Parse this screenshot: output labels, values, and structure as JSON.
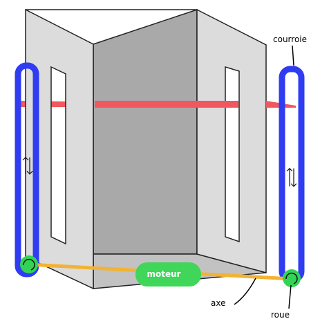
{
  "labels": {
    "belt": "courroie",
    "motor": "moteur",
    "axle": "axe",
    "wheel": "roue"
  },
  "colors": {
    "belt": "#2f3cf2",
    "laser": "#f0575e",
    "axle": "#f2b233",
    "wheel": "#33d455",
    "motor": "#3fd65a",
    "panel": "#dcdcdc",
    "back_wall": "#a9a9a9",
    "floor": "#c2c2c2"
  },
  "icons": {
    "direction_arrows": "up-down-arrows-icon"
  }
}
